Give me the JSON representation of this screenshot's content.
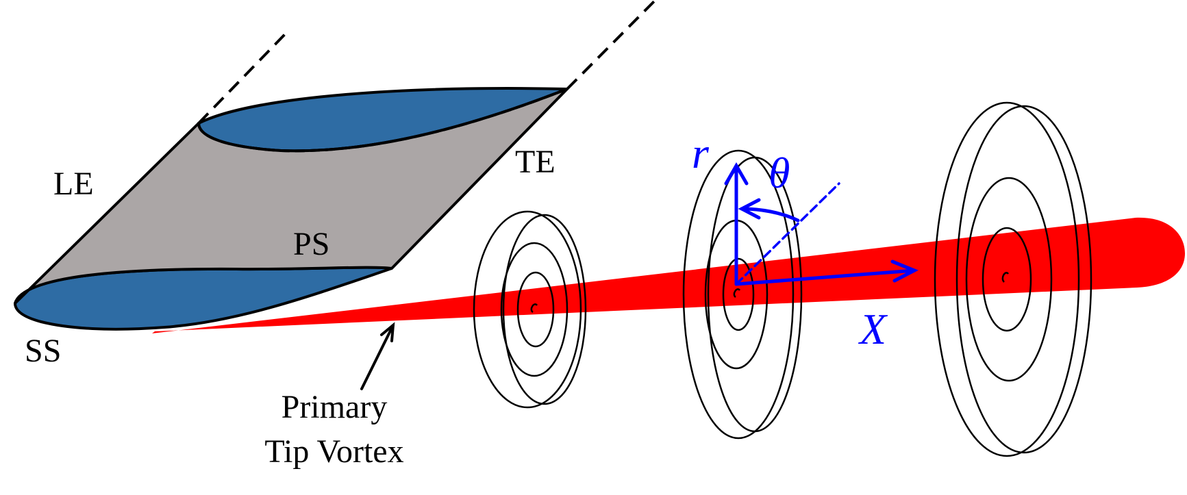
{
  "labels": {
    "le": "LE",
    "te": "TE",
    "ps": "PS",
    "ss": "SS",
    "vortex_line1": "Primary",
    "vortex_line2": "Tip Vortex",
    "axis_r": "r",
    "axis_theta": "θ",
    "axis_x": "X"
  },
  "colors": {
    "airfoil_section": "#2e6ca4",
    "blade_surface": "#aba6a6",
    "vortex_core": "#ff0000",
    "axes": "#0000ff",
    "outline": "#000000"
  }
}
